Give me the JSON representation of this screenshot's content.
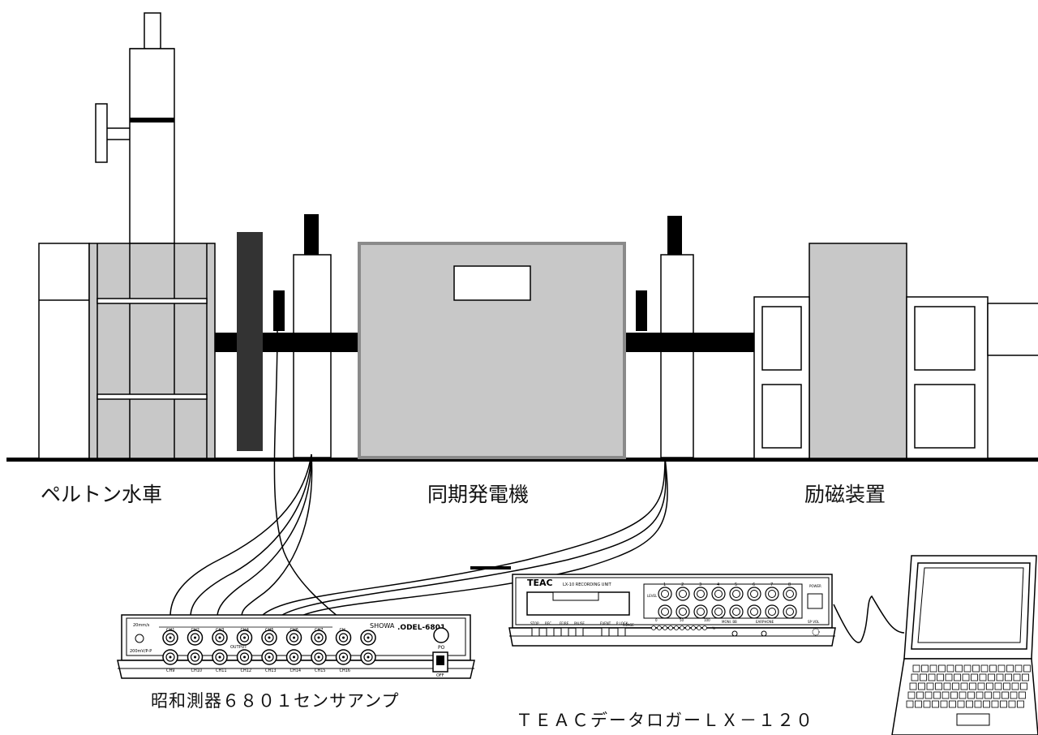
{
  "labels": {
    "pelton": "ペルトン水車",
    "generator": "同期発電機",
    "exciter": "励磁装置",
    "amp": "昭和測器６８０１センサアンプ",
    "logger": "ＴＥＡＣデータロガーＬＸ－１２０"
  },
  "amp_panel": {
    "brand": "SHOWA",
    "model": ".ODEL-6801",
    "range1": "20mm/s",
    "range2": "200mV/P-P",
    "output": "OUTPUT",
    "power_on": "PO",
    "power_off": "OFF",
    "channels_top": [
      "CH1",
      "CH2",
      "CH3",
      "CH4",
      "CH5",
      "CH6",
      "CH7",
      "CH"
    ],
    "channels_bottom": [
      "CH9",
      "CH10",
      "CH11",
      "CH12",
      "CH13",
      "CH14",
      "CH15",
      "CH16"
    ]
  },
  "logger_panel": {
    "brand": "TEAC",
    "unit": "LX-10 RECORDING UNIT",
    "buttons": [
      "STOP",
      "REC",
      "FF/RE",
      "PAUSE",
      "EVENT",
      "P LOCK"
    ],
    "usage": "USAGE",
    "usage_ticks": [
      "0",
      "50",
      "100"
    ],
    "usage_unit": "%",
    "channel_numbers": [
      "1",
      "2",
      "3",
      "4",
      "5",
      "6",
      "7",
      "8"
    ],
    "level": "LEVEL",
    "monitor": "MONI. BB",
    "earphone": "EARPHONE",
    "power": "POWER",
    "vol": "SP VOL"
  }
}
